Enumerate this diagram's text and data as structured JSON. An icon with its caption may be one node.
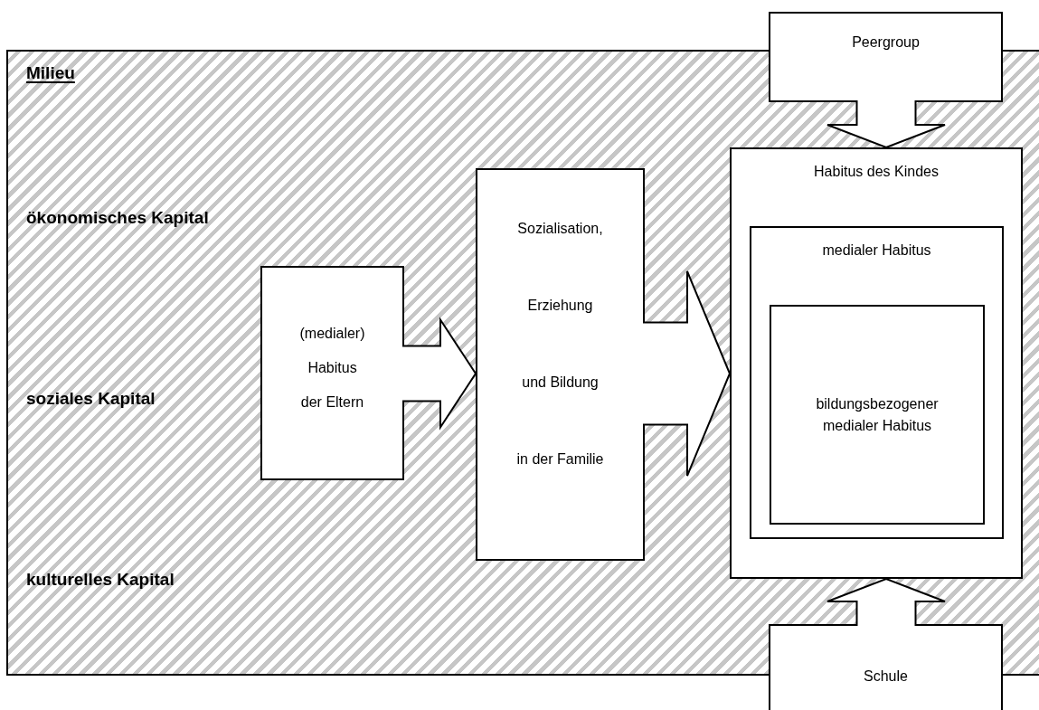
{
  "diagram": {
    "nodes": [
      {
        "text": [
          "Milieu",
          "ökonomisches Kapital",
          "soziales Kapital",
          "kulturelles Kapital"
        ]
      },
      {
        "text": [
          "Peergroup"
        ]
      },
      {
        "text": [
          "Habitus des Kindes"
        ],
        "in": 0
      },
      {
        "text": [
          "medialer Habitus"
        ],
        "in": 2
      },
      {
        "text": [
          "bildungsbezogener medialer Habitus"
        ],
        "in": 3
      },
      {
        "text": [
          "(medialer)",
          "Habitus",
          "der Eltern"
        ],
        "in": 0
      },
      {
        "text": [
          "Sozialisation,",
          "Erziehung",
          "und Bildung",
          "in der Familie"
        ],
        "in": 0
      },
      {
        "text": [
          "Schule"
        ]
      }
    ],
    "edges": [
      {
        "from": 5,
        "to": 6,
        "arrow": "to"
      },
      {
        "from": 6,
        "to": 2,
        "arrow": "to"
      },
      {
        "from": 1,
        "to": 2,
        "arrow": "to"
      },
      {
        "from": 7,
        "to": 2,
        "arrow": "to"
      }
    ]
  }
}
